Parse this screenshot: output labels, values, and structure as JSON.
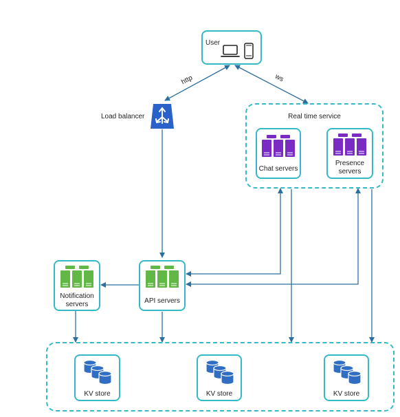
{
  "nodes": {
    "user": {
      "label": "User"
    },
    "load_balancer": {
      "label": "Load balancer"
    },
    "real_time_service": {
      "label": "Real time service"
    },
    "chat_servers": {
      "label": "Chat servers"
    },
    "presence_servers": {
      "line1": "Presence",
      "line2": "servers"
    },
    "notification_servers": {
      "line1": "Notification",
      "line2": "servers"
    },
    "api_servers": {
      "label": "API servers"
    },
    "kv_stores": [
      {
        "label": "KV store"
      },
      {
        "label": "KV store"
      },
      {
        "label": "KV store"
      }
    ]
  },
  "edges": {
    "http_label": "http",
    "ws_label": "ws"
  },
  "colors": {
    "border": "#35b9c6",
    "arrow": "#2a6f9e",
    "green_server": "#62b846",
    "purple_server": "#7a2bc4",
    "blue_db": "#2f6ec2",
    "lb_blue": "#2b62c9"
  },
  "icons": [
    "laptop-icon",
    "phone-icon",
    "load-balancer-icon",
    "server-rack-icon",
    "database-icon"
  ]
}
